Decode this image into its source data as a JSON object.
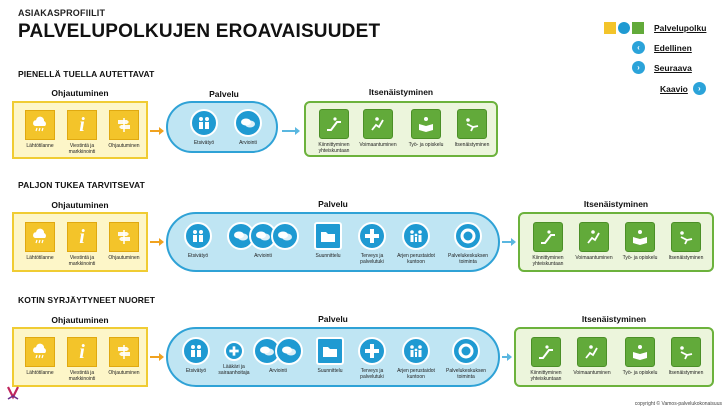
{
  "header": {
    "supertitle": "ASIAKASPROFIILIT",
    "title": "PALVELUPOLKUJEN EROAVAISUUDET"
  },
  "nav": {
    "legend_colors": [
      "#f3c42a",
      "#1f9ad2",
      "#62aa3a"
    ],
    "palvelupolku": "Palvelupolku",
    "edellinen": "Edellinen",
    "seuraava": "Seuraava",
    "kaavio": "Kaavio"
  },
  "sections": [
    {
      "title": "PIENELLÄ TUELLA AUTETTAVAT",
      "ohjaus_label": "Ohjautuminen",
      "palvelu_label": "Palvelu",
      "itse_label": "Itsenäistyminen",
      "ohjaus_items": [
        "Lähtötilanne",
        "Viestintä ja markkinointi",
        "Ohjautuminen"
      ],
      "palvelu_items": [
        "Etsivätyö",
        "Arviointi"
      ],
      "itse_items": [
        "Kiinnittyminen yhteiskuntaan",
        "Voimaantuminen",
        "Työ- ja opiskelu",
        "Itsenäistyminen"
      ]
    },
    {
      "title": "PALJON TUKEA TARVITSEVAT",
      "ohjaus_label": "Ohjautuminen",
      "palvelu_label": "Palvelu",
      "itse_label": "Itsenäistyminen",
      "ohjaus_items": [
        "Lähtötilanne",
        "Viestintä ja markkinointi",
        "Ohjautuminen"
      ],
      "palvelu_items": [
        "Etsivätyö",
        "Arviointi",
        "Suunnittelu",
        "Terveys ja palvelutuki",
        "Arjen perustaidot kuntoon",
        "Palvelukeskuksen toiminta"
      ],
      "itse_items": [
        "Kiinnittyminen yhteiskuntaan",
        "Voimaantuminen",
        "Työ- ja opiskelu",
        "Itsenäistyminen"
      ]
    },
    {
      "title": "KOTIN SYRJÄYTYNEET NUORET",
      "ohjaus_label": "Ohjautuminen",
      "palvelu_label": "Palvelu",
      "itse_label": "Itsenäistyminen",
      "ohjaus_items": [
        "Lähtötilanne",
        "Viestintä ja markkinointi",
        "Ohjautuminen"
      ],
      "palvelu_items": [
        "Etsivätyö",
        "Lääkäri ja sairaanhoitaja",
        "Arviointi",
        "Suunnittelu",
        "Terveys ja palvelutuki",
        "Arjen perustaidot kuntoon",
        "Palvelukeskuksen toiminta"
      ],
      "itse_items": [
        "Kiinnittyminen yhteiskuntaan",
        "Voimaantuminen",
        "Työ- ja opiskelu",
        "Itsenäistyminen"
      ]
    }
  ],
  "footer": "copyright © Vamos-palvelukokonaisuus"
}
